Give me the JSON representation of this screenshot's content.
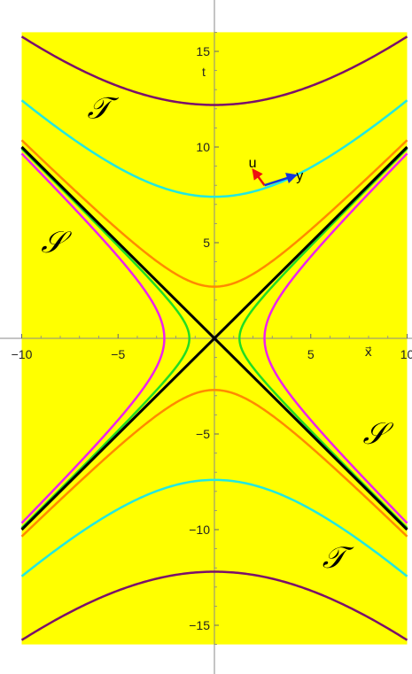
{
  "chart_data": {
    "type": "line",
    "xlim": [
      -10,
      10
    ],
    "ylim": [
      -17.5,
      17.5
    ],
    "shaded_region": {
      "color": "#ffff00",
      "x": [
        -10,
        10
      ],
      "y": [
        -16,
        16
      ]
    },
    "x_ticks": [
      -10,
      -5,
      5,
      10
    ],
    "y_ticks": [
      -15,
      -10,
      -5,
      5,
      10,
      15
    ],
    "x_tick_labels": [
      "−10",
      "−5",
      "5",
      "10"
    ],
    "y_tick_labels": [
      "−15",
      "−10",
      "−5",
      "5",
      "10",
      "15"
    ],
    "xlabel": "x⃗",
    "ylabel": "t",
    "grid": false,
    "series": [
      {
        "curve": "t^2 - x^2 = a^2",
        "a": 12.2,
        "color": "#7a0f6b"
      },
      {
        "curve": "t^2 - x^2 = a^2",
        "a": 7.4,
        "color": "#22e8e0"
      },
      {
        "curve": "t^2 - x^2 = a^2",
        "a": 2.7,
        "color": "#ff8a00"
      },
      {
        "curve": "x^2 - t^2 = a^2",
        "a": 1.3,
        "color": "#22dd22"
      },
      {
        "curve": "x^2 - t^2 = a^2",
        "a": 2.6,
        "color": "#ee22ee"
      },
      {
        "curve": "t = |x| (light cone)",
        "a": 0,
        "color": "#000000"
      }
    ],
    "annotations": [
      {
        "text": "𝒯",
        "x": -6.6,
        "y": 11.5
      },
      {
        "text": "𝒮",
        "x": -9.0,
        "y": 4.5
      },
      {
        "text": "𝒮",
        "x": 7.7,
        "y": -5.5
      },
      {
        "text": "𝒯",
        "x": 5.6,
        "y": -12.0
      }
    ],
    "frame": {
      "origin": [
        2.6,
        8.0
      ],
      "u_vector": {
        "label": "u",
        "dx": -0.55,
        "dy": 0.75,
        "color": "#ee1111"
      },
      "y_vector": {
        "label": "y",
        "dx": 1.55,
        "dy": 0.5,
        "color": "#1133dd"
      }
    }
  }
}
